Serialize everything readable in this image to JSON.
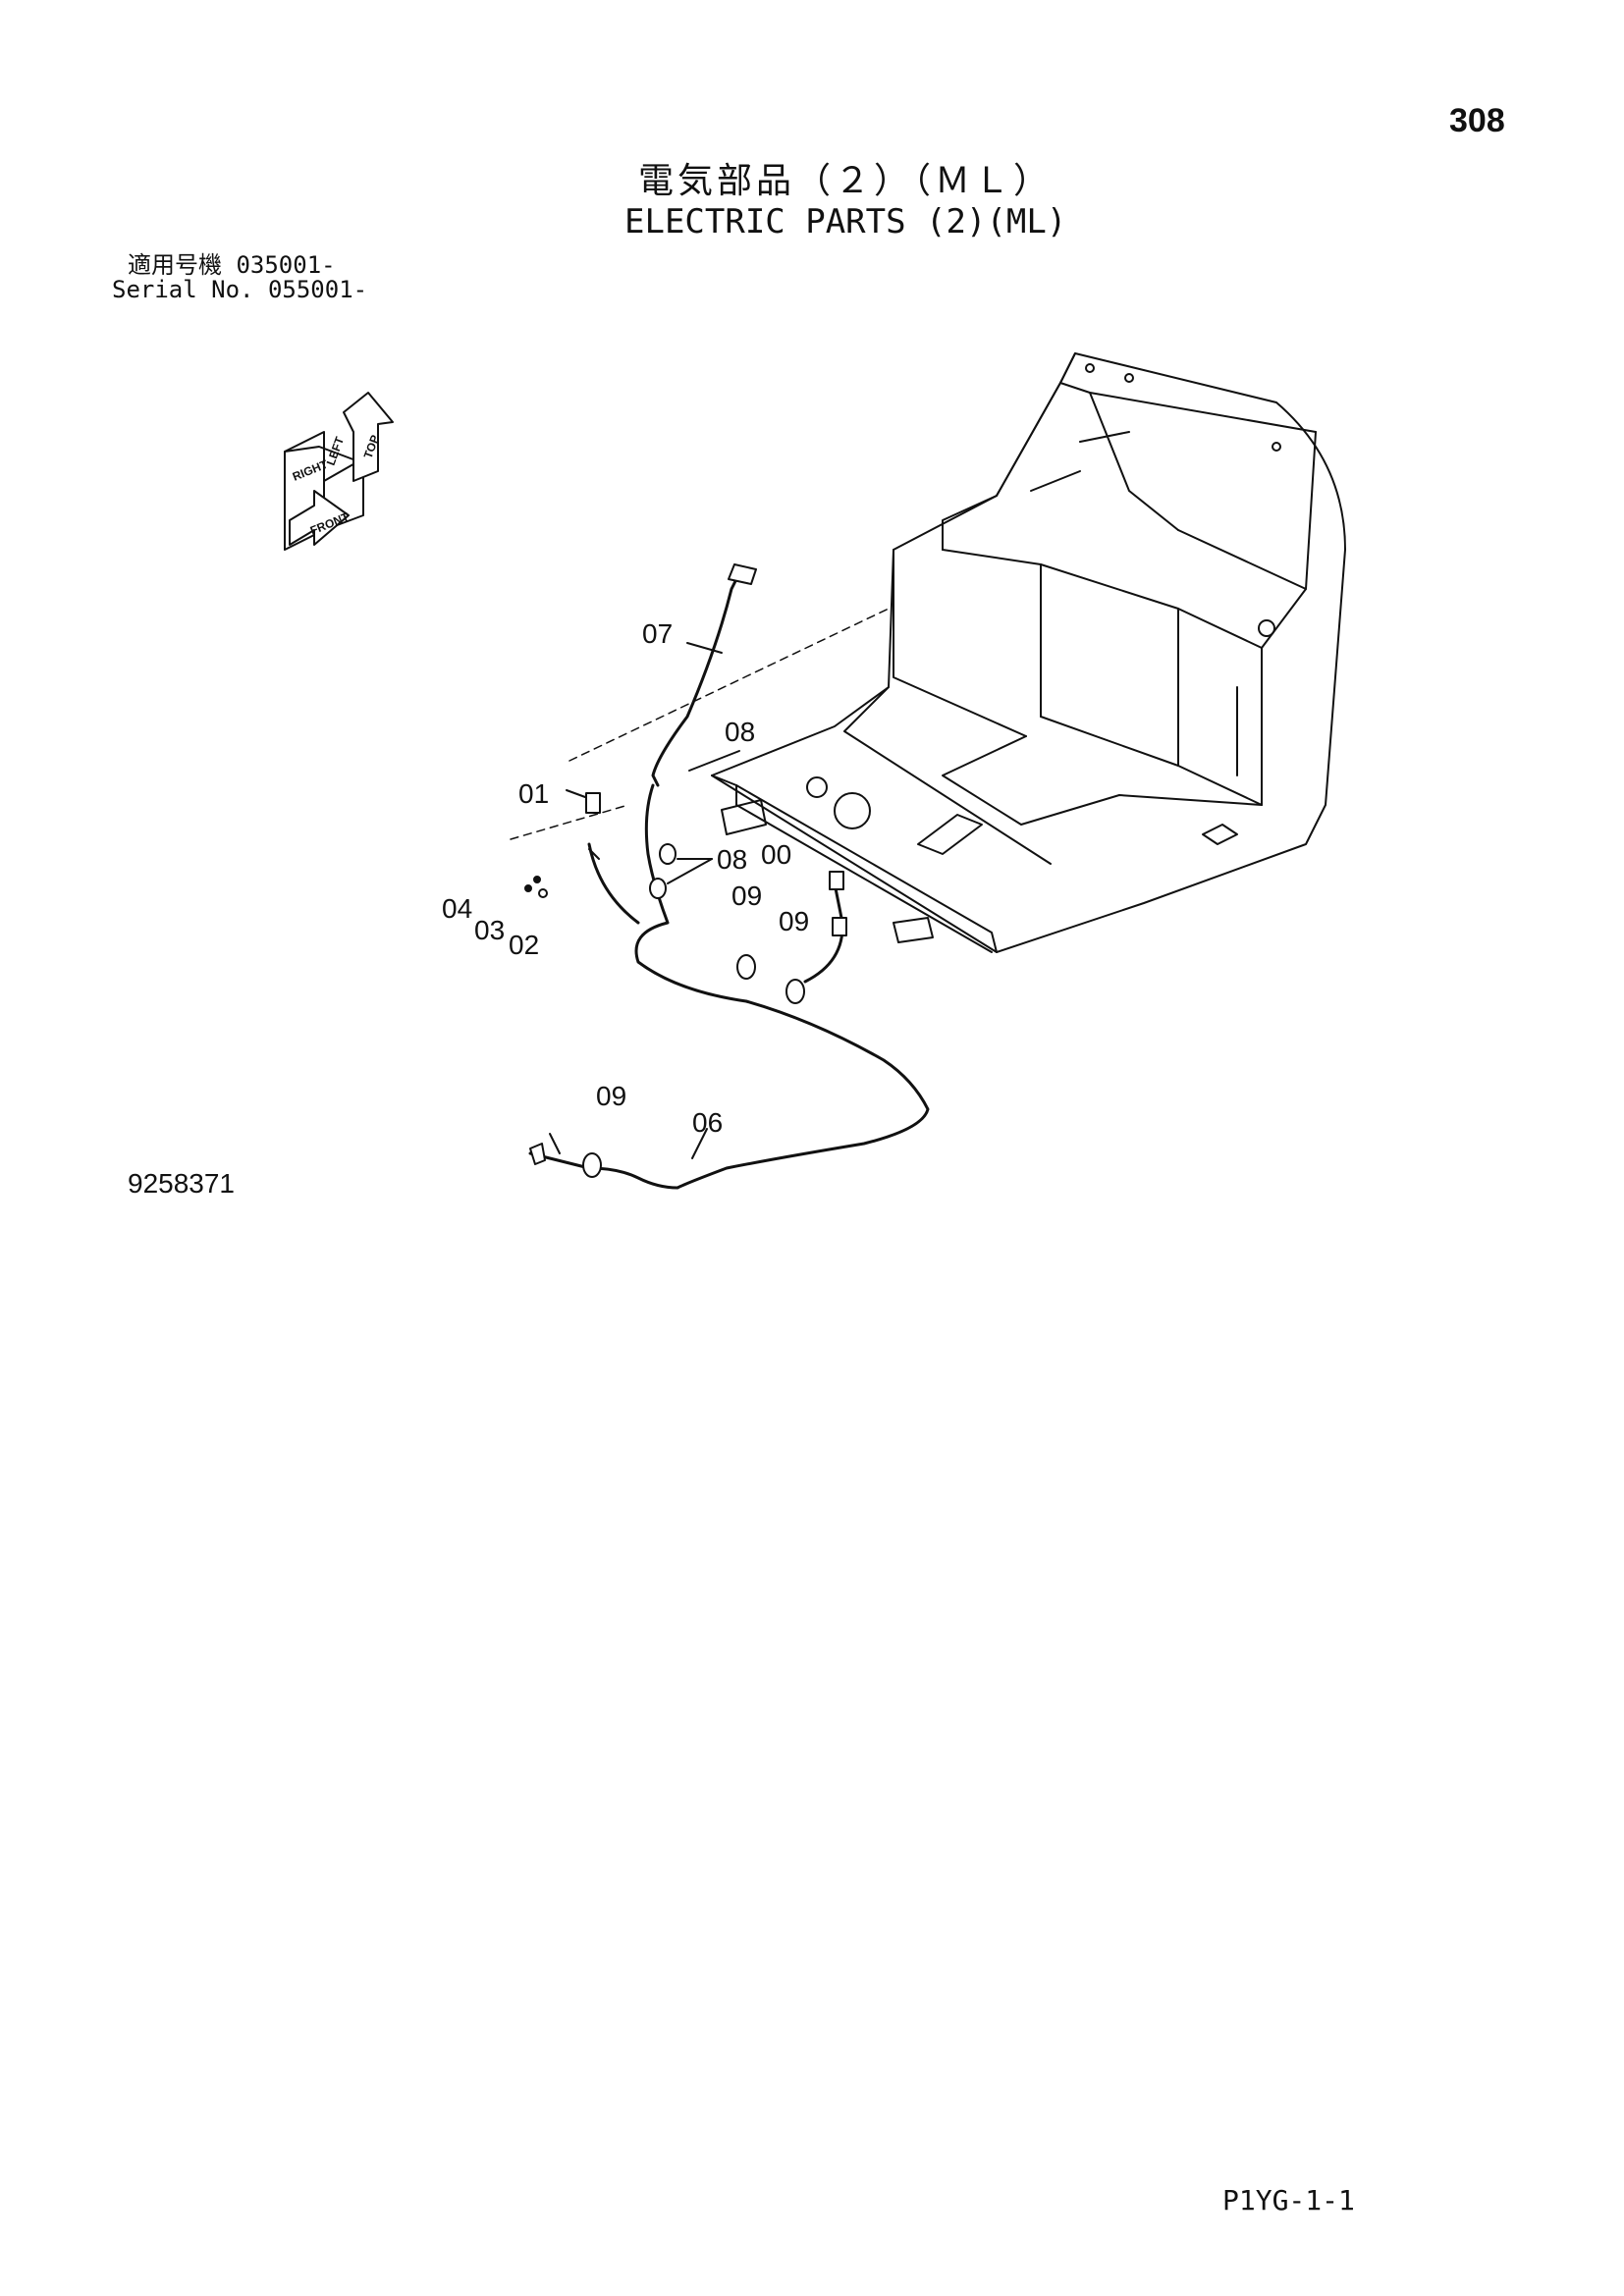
{
  "page_number": "308",
  "title_jp": "電気部品（２）（ＭＬ）",
  "title_en": "ELECTRIC PARTS (2)(ML)",
  "serial": {
    "line1_label": "適用号機",
    "line1_value": "035001-",
    "line2_label": "Serial No.",
    "line2_value": "055001-"
  },
  "orientation_labels": {
    "top": "TOP",
    "left": "LEFT",
    "right": "RIGHT",
    "front": "FRONT"
  },
  "callouts": {
    "c07": "07",
    "c08a": "08",
    "c01": "01",
    "c08b": "08",
    "c00": "00",
    "c04": "04",
    "c03": "03",
    "c02": "02",
    "c09a": "09",
    "c09b": "09",
    "c09c": "09",
    "c06": "06"
  },
  "drawing_number": "9258371",
  "page_code": "P1YG-1-1"
}
